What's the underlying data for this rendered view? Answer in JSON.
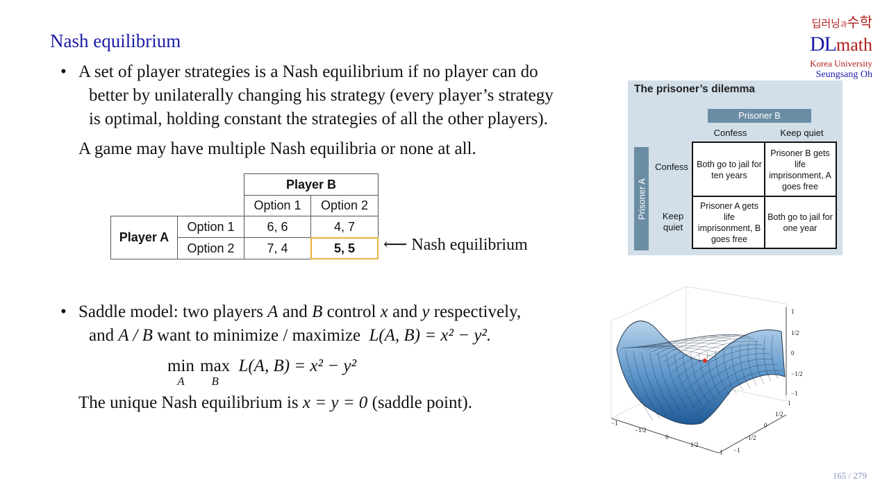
{
  "title": "Nash equilibrium",
  "logo": {
    "korean_left": "딥러닝",
    "korean_and": "과",
    "korean_right": "수학",
    "dl": "DL",
    "math": "math",
    "university": "Korea University",
    "author": "Seungsang Oh"
  },
  "bullet1": {
    "lines": [
      "A set of player strategies is a Nash equilibrium if no player can do",
      "better by unilaterally changing his strategy (every player’s strategy",
      "is optimal, holding constant the strategies of all the other players)."
    ],
    "extra": "A game may have multiple Nash equilibria or none at all."
  },
  "game_table": {
    "player_b": "Player B",
    "player_a": "Player A",
    "col_headers": [
      "Option 1",
      "Option 2"
    ],
    "row_headers": [
      "Option 1",
      "Option 2"
    ],
    "cells": [
      [
        "6, 6",
        "4, 7"
      ],
      [
        "7, 4",
        "5, 5"
      ]
    ],
    "arrow": "⟵",
    "equilibrium_label": "Nash equilibrium",
    "highlight_color": "#e8b23a"
  },
  "prisoners": {
    "title": "The prisoner’s dilemma",
    "player_b": "Prisoner B",
    "player_a": "Prisoner A",
    "col_headers": [
      "Confess",
      "Keep quiet"
    ],
    "row_headers": [
      "Confess",
      "Keep quiet"
    ],
    "cells": [
      [
        "Both go to jail for ten years",
        "Prisoner B gets life imprisonment, A goes free"
      ],
      [
        "Prisoner A gets life imprisonment, B goes free",
        "Both go to jail for one year"
      ]
    ],
    "header_color": "#6b8da4",
    "bg_color": "#d2dfe9"
  },
  "bullet2": {
    "line1_a": "Saddle model: two players ",
    "A": "A",
    "and": " and ",
    "B": "B",
    "line1_b": " control ",
    "x": "x",
    "and2": " and ",
    "y": "y",
    "line1_c": " respectively,",
    "line2_a": "and ",
    "AB": "A / B",
    "line2_b": " want to minimize / maximize ",
    "formula": "L(A, B) = x² − y².",
    "minmax_min": "min",
    "minmax_max": "max",
    "sub_A": "A",
    "sub_B": "B",
    "minmax_formula": "L(A, B) = x² − y²",
    "unique": "The unique Nash equilibrium is ",
    "unique_math": "x = y = 0",
    "unique_end": " (saddle point)."
  },
  "plot": {
    "z_ticks": [
      "1",
      "1/2",
      "0",
      "−1/2",
      "−1"
    ],
    "x_ticks": [
      "−1",
      "−1/2",
      "0",
      "1/2",
      "1"
    ],
    "y_ticks": [
      "−1",
      "−1/2",
      "0",
      "1/2",
      "1"
    ],
    "surface_color": "#3a78b8",
    "point_color": "#d83020"
  },
  "page_number": "165 / 279"
}
